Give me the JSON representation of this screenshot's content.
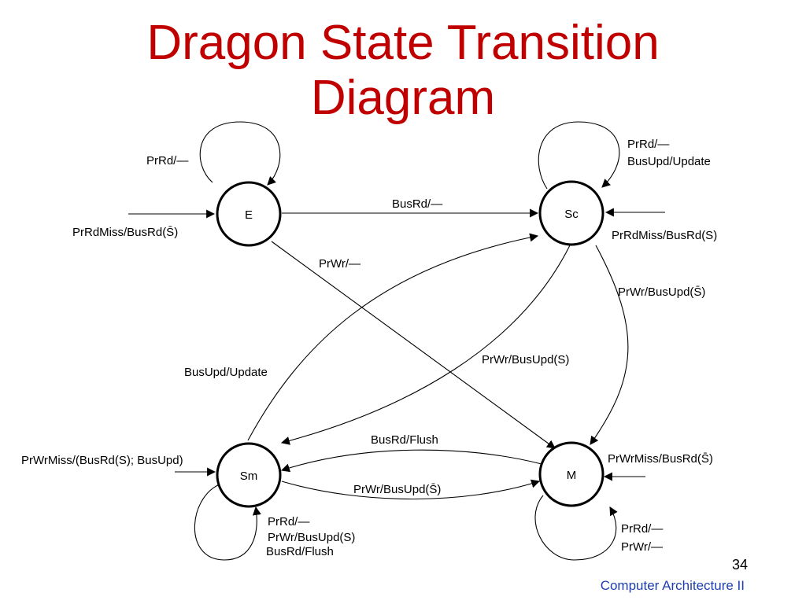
{
  "slide": {
    "title_line1": "Dragon State Transition",
    "title_line2": "Diagram",
    "page_number": "34",
    "footer": "Computer Architecture II"
  },
  "states": {
    "E": "E",
    "Sc": "Sc",
    "Sm": "Sm",
    "M": "M"
  },
  "labels": {
    "e_self": "PrRd/—",
    "e_entry": "PrRdMiss/BusRd(S̄)",
    "e_to_sc": "BusRd/—",
    "e_to_m": "PrWr/—",
    "sc_self_1": "PrRd/—",
    "sc_self_2": "BusUpd/Update",
    "sc_entry": "PrRdMiss/BusRd(S)",
    "sc_to_m": "PrWr/BusUpd(S̄)",
    "sc_to_sm": "PrWr/BusUpd(S)",
    "sm_to_sc": "BusUpd/Update",
    "m_to_sm": "BusRd/Flush",
    "sm_to_m": "PrWr/BusUpd(S̄)",
    "sm_entry": "PrWrMiss/(BusRd(S); BusUpd)",
    "m_entry": "PrWrMiss/BusRd(S̄)",
    "sm_self_1": "PrRd/—",
    "sm_self_2": "PrWr/BusUpd(S)",
    "sm_self_3": "BusRd/Flush",
    "m_self_1": "PrRd/—",
    "m_self_2": "PrWr/—"
  },
  "colors": {
    "title": "#c00000",
    "footer": "#1f3fb0"
  }
}
